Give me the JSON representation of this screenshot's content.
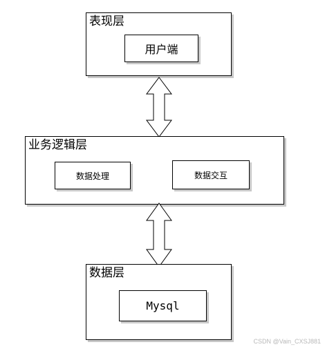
{
  "layers": {
    "presentation": {
      "title": "表现层",
      "box": "用户端"
    },
    "business": {
      "title": "业务逻辑层",
      "box_left": "数据处理",
      "box_right": "数据交互"
    },
    "data": {
      "title": "数据层",
      "box": "Mysql"
    }
  },
  "connectors": [
    {
      "from": "表现层",
      "to": "业务逻辑层",
      "direction": "bidirectional"
    },
    {
      "from": "业务逻辑层",
      "to": "数据层",
      "direction": "bidirectional"
    }
  ],
  "colors": {
    "border": "#000000",
    "shadow": "#c8c8c8",
    "arrow_fill": "#ffffff",
    "watermark": "#b8b8b8"
  },
  "watermark": "CSDN @Vain_CXSJ881"
}
